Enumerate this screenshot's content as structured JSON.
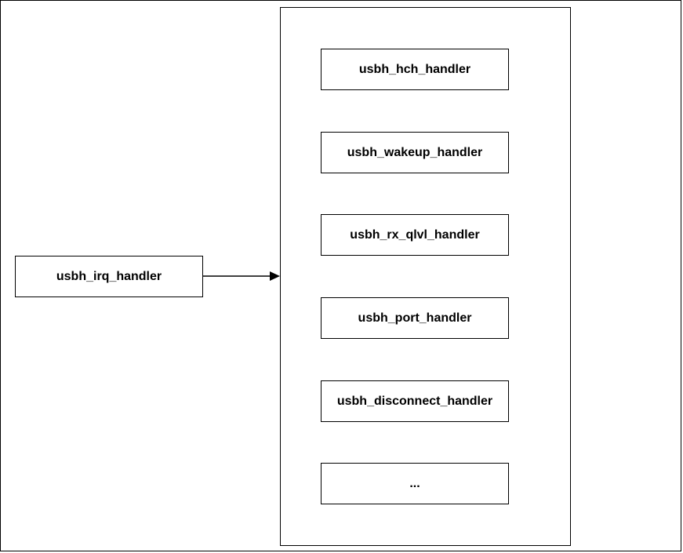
{
  "source": {
    "label": "usbh_irq_handler"
  },
  "handlers": [
    {
      "label": "usbh_hch_handler"
    },
    {
      "label": "usbh_wakeup_handler"
    },
    {
      "label": "usbh_rx_qlvl_handler"
    },
    {
      "label": "usbh_port_handler"
    },
    {
      "label": "usbh_disconnect_handler"
    },
    {
      "label": "..."
    }
  ]
}
